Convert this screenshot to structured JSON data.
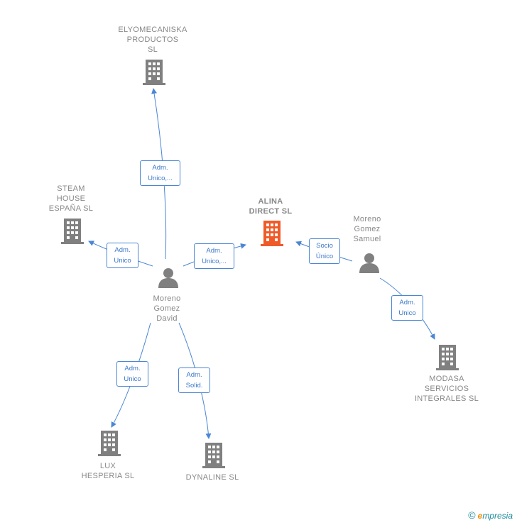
{
  "nodes": {
    "elyomecaniska": {
      "l1": "ELYOMECANISKA",
      "l2": "PRODUCTOS",
      "l3": "SL"
    },
    "steam": {
      "l1": "STEAM",
      "l2": "HOUSE",
      "l3": "ESPAÑA SL"
    },
    "alina": {
      "l1": "ALINA",
      "l2": "DIRECT  SL"
    },
    "moreno_samuel": {
      "l1": "Moreno",
      "l2": "Gomez",
      "l3": "Samuel"
    },
    "moreno_david": {
      "l1": "Moreno",
      "l2": "Gomez",
      "l3": "David"
    },
    "modasa": {
      "l1": "MODASA",
      "l2": "SERVICIOS",
      "l3": "INTEGRALES SL"
    },
    "lux": {
      "l1": "LUX",
      "l2": "HESPERIA  SL"
    },
    "dynaline": {
      "l1": "DYNALINE SL"
    }
  },
  "edges": {
    "e1": {
      "l1": "Adm.",
      "l2": "Unico,..."
    },
    "e2": {
      "l1": "Adm.",
      "l2": "Unico"
    },
    "e3": {
      "l1": "Adm.",
      "l2": "Unico,..."
    },
    "e4": {
      "l1": "Socio",
      "l2": "Único"
    },
    "e5": {
      "l1": "Adm.",
      "l2": "Unico"
    },
    "e6": {
      "l1": "Adm.",
      "l2": "Unico"
    },
    "e7": {
      "l1": "Adm.",
      "l2": "Solid."
    }
  },
  "colors": {
    "company": "#808080",
    "focus": "#f05a28",
    "person": "#808080",
    "edge": "#4a86d4"
  },
  "footer": {
    "copyright": "©",
    "brand_e": "e",
    "brand_rest": "mpresia"
  }
}
